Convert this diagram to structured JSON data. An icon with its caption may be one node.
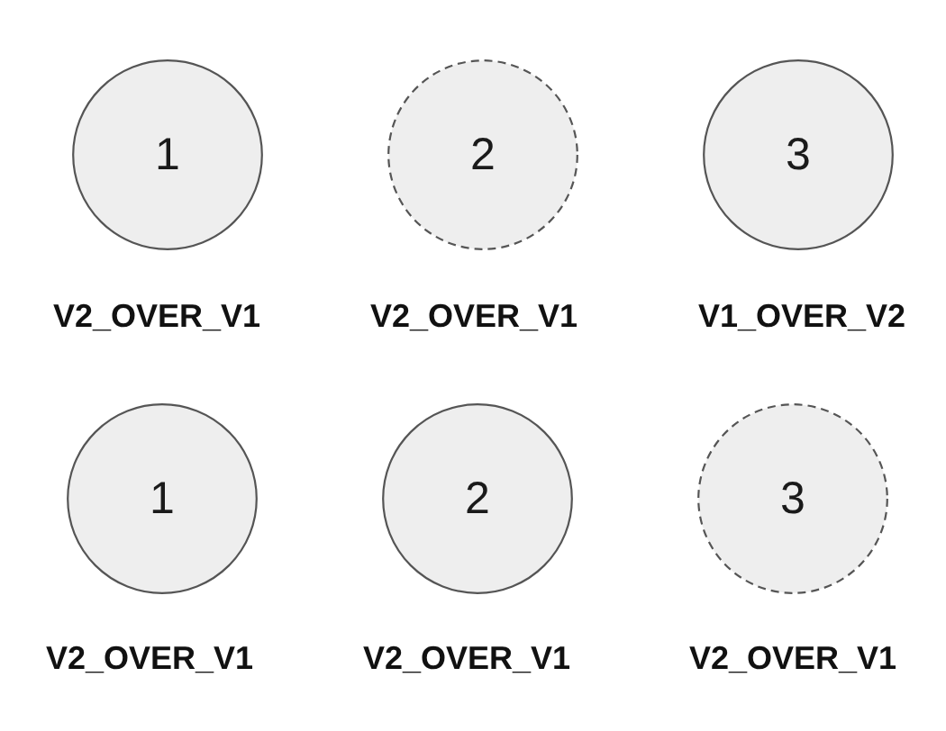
{
  "diagram": {
    "nodes": [
      {
        "text": [
          "1"
        ],
        "beside": [
          "V2_OVER_V1"
        ]
      },
      {
        "text": [
          "2"
        ],
        "beside": [
          "V2_OVER_V1"
        ]
      },
      {
        "text": [
          "3"
        ],
        "beside": [
          "V1_OVER_V2"
        ]
      },
      {
        "text": [
          "1"
        ],
        "beside": [
          "V2_OVER_V1"
        ]
      },
      {
        "text": [
          "2"
        ],
        "beside": [
          "V2_OVER_V1"
        ]
      },
      {
        "text": [
          "3"
        ],
        "beside": [
          "V2_OVER_V1"
        ]
      }
    ]
  }
}
